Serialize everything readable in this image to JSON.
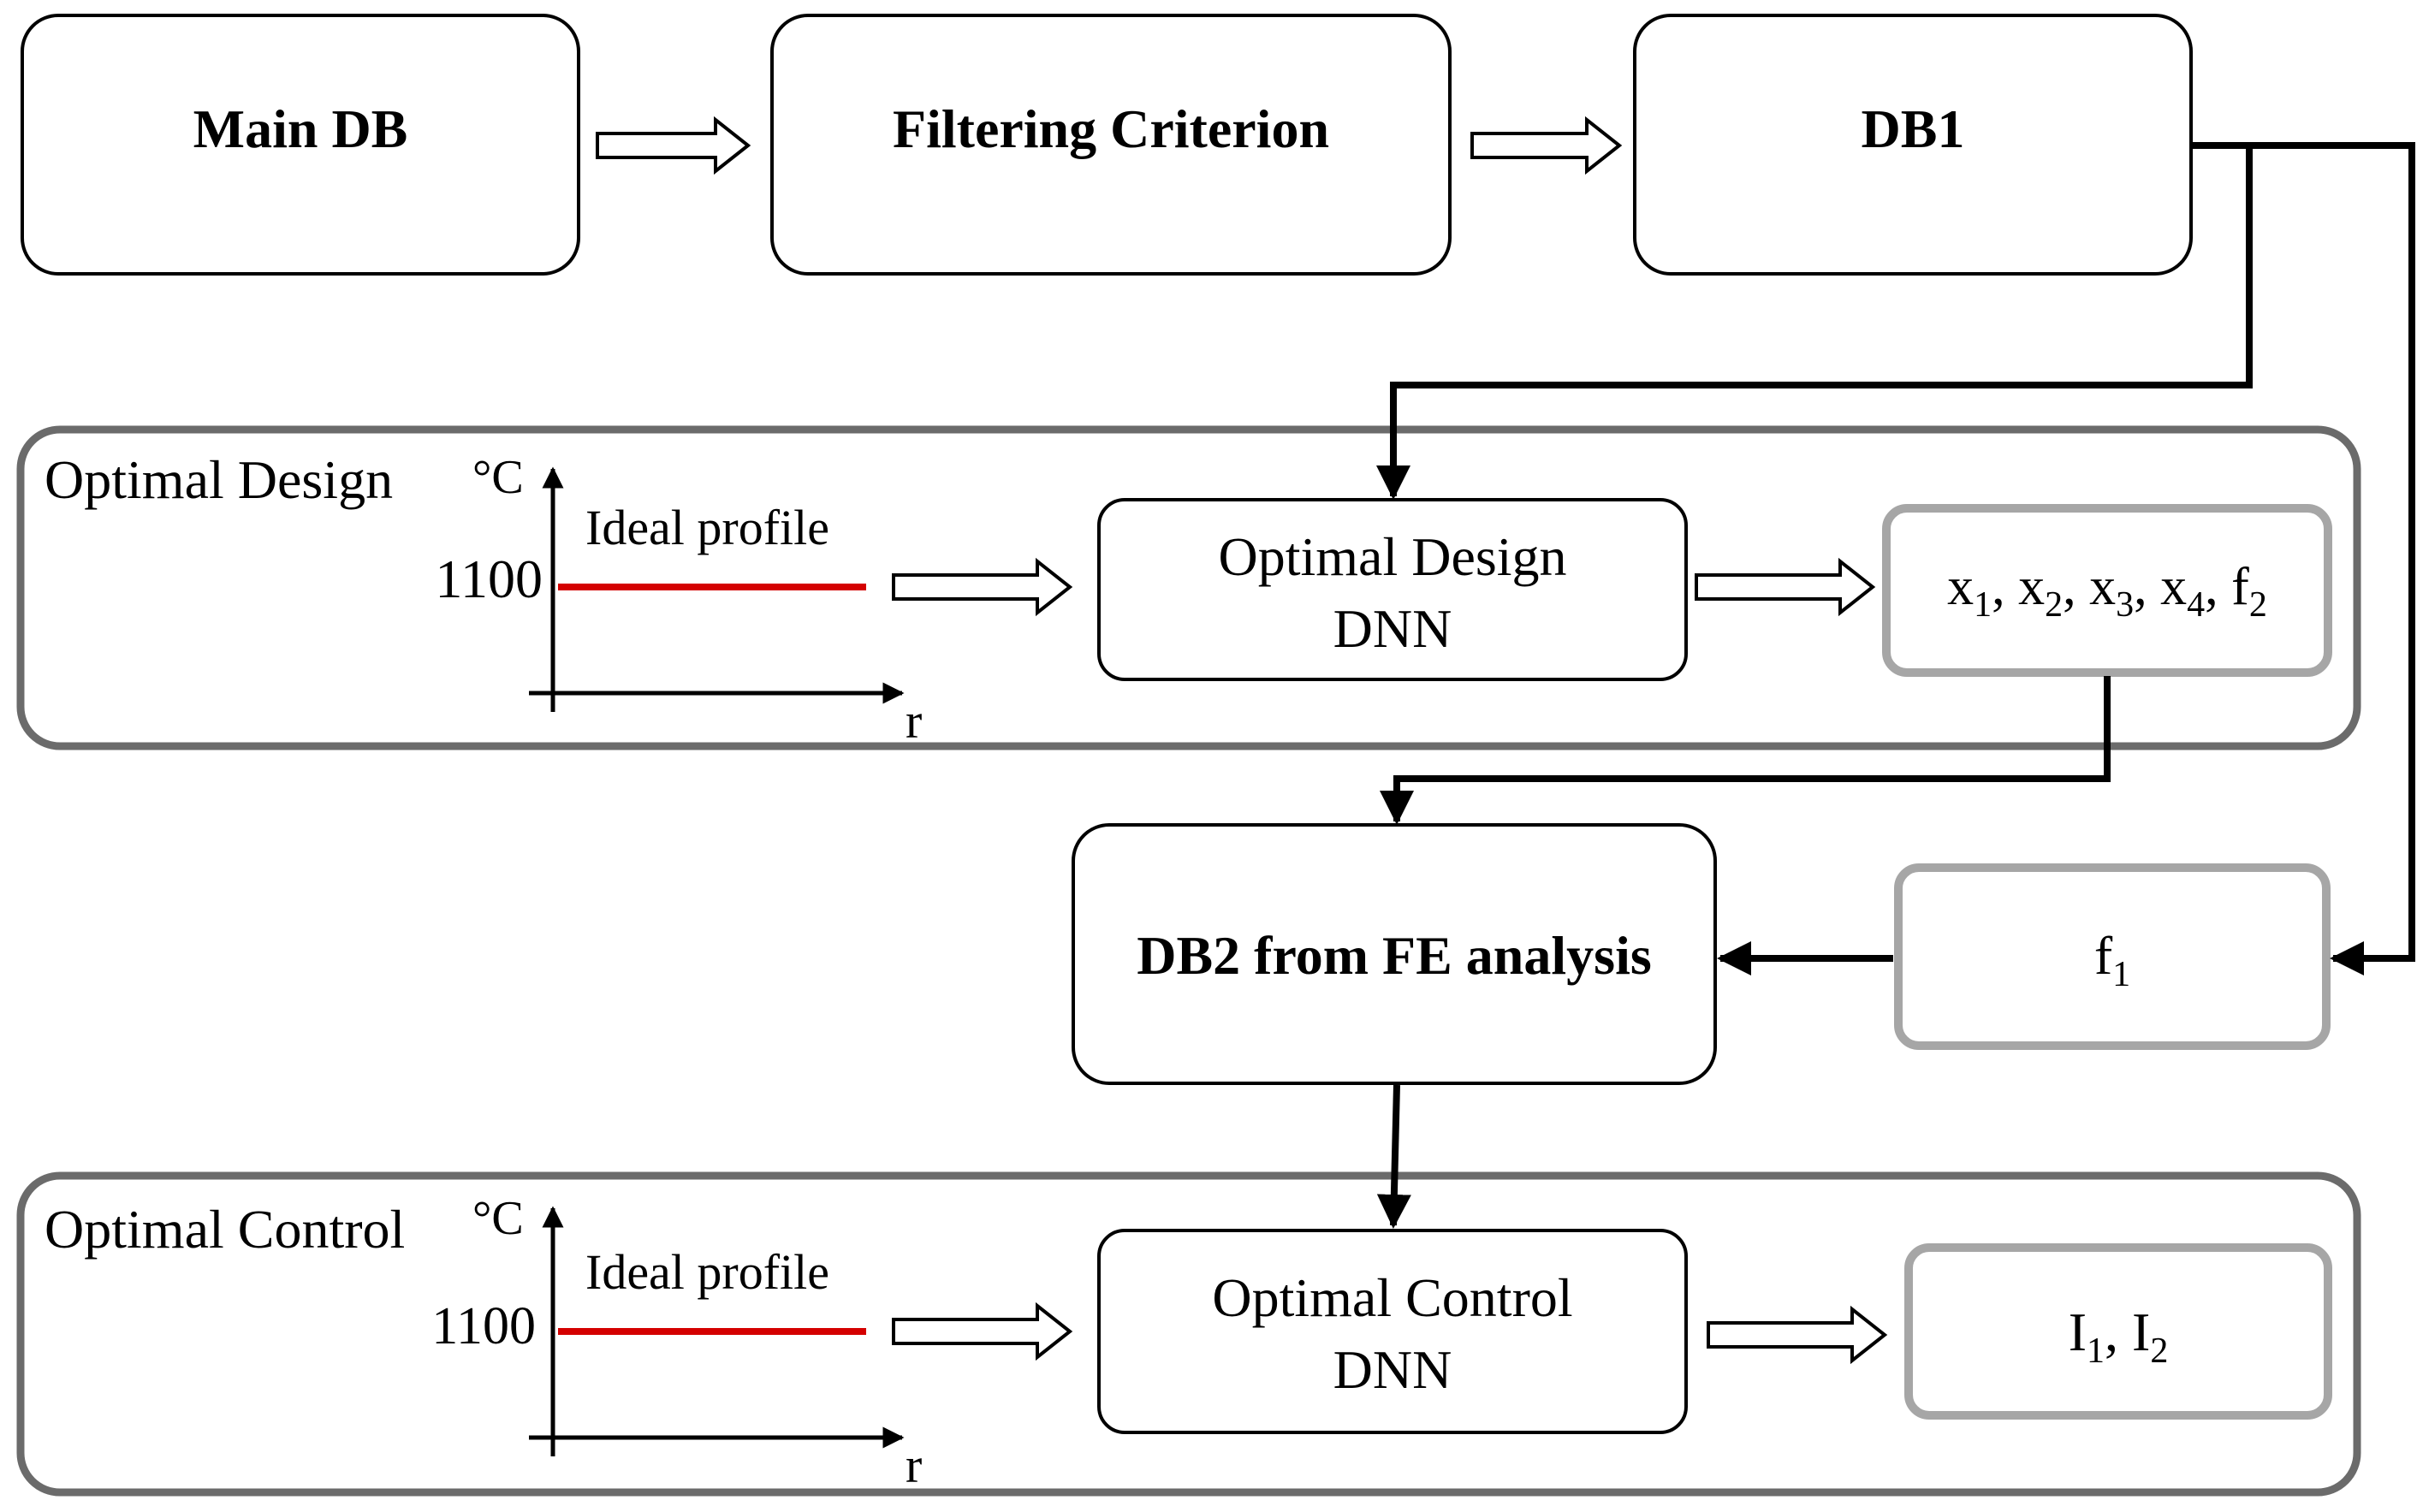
{
  "top_row": {
    "main_db": "Main DB",
    "filtering": "Filtering Criterion",
    "db1": "DB1"
  },
  "optimal_design": {
    "panel_title": "Optimal Design",
    "unit": "°C",
    "value_label": "1100",
    "profile_label": "Ideal profile",
    "axis_label": "r",
    "dnn_line1": "Optimal Design",
    "dnn_line2": "DNN",
    "outputs": [
      {
        "base": "x",
        "sub": "1"
      },
      {
        "base": "x",
        "sub": "2"
      },
      {
        "base": "x",
        "sub": "3"
      },
      {
        "base": "x",
        "sub": "4"
      },
      {
        "base": "f",
        "sub": "2"
      }
    ],
    "sep": ", "
  },
  "db2": {
    "label": "DB2 from FE analysis",
    "input": {
      "base": "f",
      "sub": "1"
    }
  },
  "optimal_control": {
    "panel_title": "Optimal Control",
    "unit": "°C",
    "value_label": "1100",
    "profile_label": "Ideal profile",
    "axis_label": "r",
    "dnn_line1": "Optimal Control",
    "dnn_line2": "DNN",
    "outputs": [
      {
        "base": "I",
        "sub": "1"
      },
      {
        "base": "I",
        "sub": "2"
      }
    ],
    "sep": ", "
  },
  "colors": {
    "stroke": "#000000",
    "panel_border": "#6b6b6b",
    "output_border": "#a6a6a6",
    "ideal_line": "#d40000"
  }
}
